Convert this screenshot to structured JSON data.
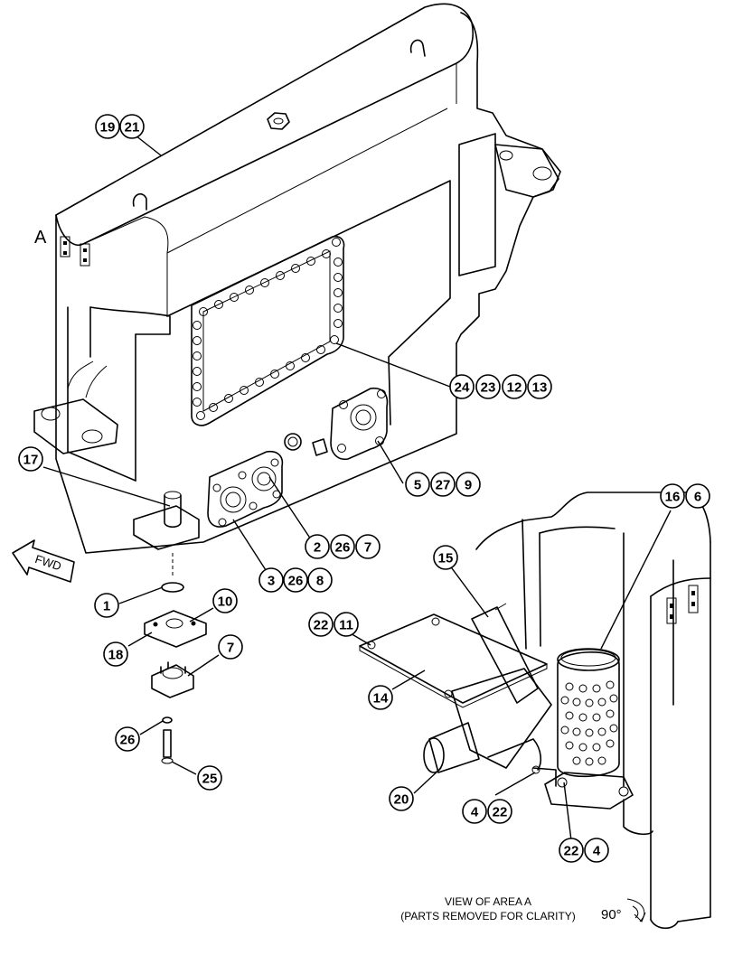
{
  "view_label": "A",
  "fwd_label": "FWD",
  "caption": {
    "line1": "VIEW OF AREA A",
    "line2": "(PARTS REMOVED FOR CLARITY)"
  },
  "rotation_label": "90°",
  "callouts": {
    "c19": "19",
    "c21": "21",
    "c24": "24",
    "c23": "23",
    "c12": "12",
    "c13": "13",
    "c5": "5",
    "c27": "27",
    "c9": "9",
    "c17": "17",
    "c2": "2",
    "c26a": "26",
    "c7a": "7",
    "c3": "3",
    "c26b": "26",
    "c8": "8",
    "c1": "1",
    "c10": "10",
    "c18": "18",
    "c7b": "7",
    "c26c": "26",
    "c25": "25",
    "c16": "16",
    "c6": "6",
    "c15": "15",
    "c22a": "22",
    "c11": "11",
    "c14": "14",
    "c20": "20",
    "c4a": "4",
    "c22b": "22",
    "c22c": "22",
    "c4b": "4"
  }
}
